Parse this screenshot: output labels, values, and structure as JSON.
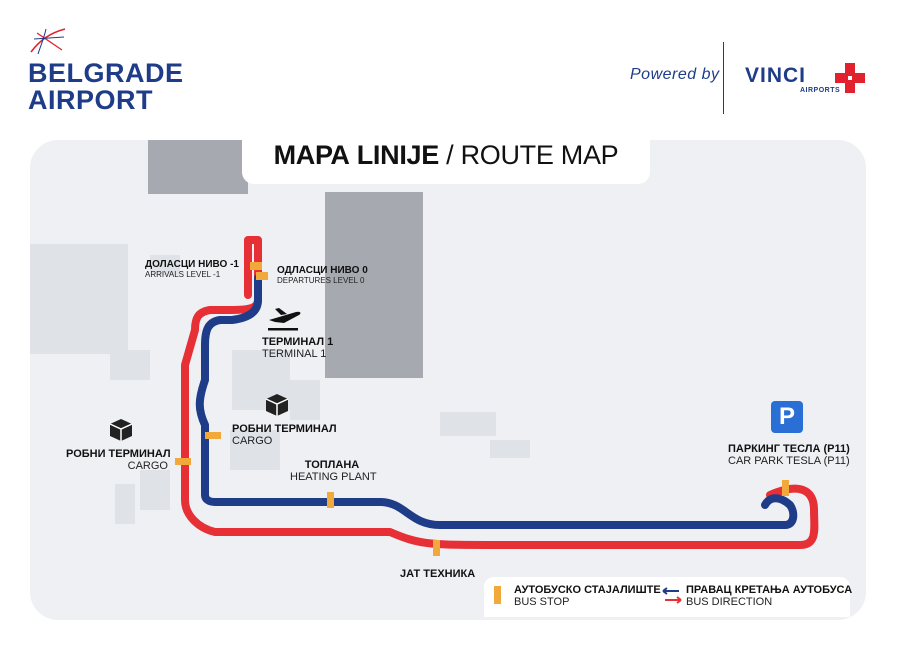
{
  "header": {
    "logo_line1": "BELGRADE",
    "logo_line2": "AIRPORT",
    "powered_by": "Powered by",
    "partner_name": "VINCI",
    "partner_sub": "AIRPORTS"
  },
  "title": {
    "bold": "МАРА LINIJE",
    "rest": " / ROUTE MAP"
  },
  "stops": {
    "arrivals": {
      "cyr": "ДОЛАСЦИ НИВО -1",
      "lat": "ARRIVALS LEVEL -1"
    },
    "departures": {
      "cyr": "ОДЛАСЦИ НИВО 0",
      "lat": "DEPARTURES LEVEL 0"
    },
    "terminal1": {
      "cyr": "ТЕРМИНАЛ 1",
      "lat": "TERMINAL 1"
    },
    "cargo_inner": {
      "cyr": "РОБНИ ТЕРМИНАЛ",
      "lat": "CARGO"
    },
    "cargo_outer": {
      "cyr": "РОБНИ ТЕРМИНАЛ",
      "lat": "CARGO"
    },
    "heating": {
      "cyr": "ТОПЛАНА",
      "lat": "HEATING PLANT"
    },
    "carpark": {
      "cyr": "ПАРКИНГ ТЕСЛА (P11)",
      "lat": "CAR PARK TESLA (P11)"
    },
    "jat": {
      "cyr": "ЈАТ ТЕХНИКА"
    }
  },
  "parking_sign": "P",
  "legend": {
    "stop_cyr": "АУТОБУСКО СТАЈАЛИШТЕ",
    "stop_lat": "BUS STOP",
    "dir_cyr": "ПРАВАЦ КРЕТАЊА АУТОБУСА",
    "dir_lat": "BUS DIRECTION"
  },
  "colors": {
    "red_route": "#e63036",
    "blue_route": "#1f3c88",
    "stop": "#f2a93b",
    "map_bg": "#eef0f3",
    "building": "#a6aab0",
    "brand_red": "#e1222e"
  },
  "icons": [
    "airport-logo-icon",
    "vinci-cross-icon",
    "airplane-icon",
    "cargo-box-icon",
    "parking-icon",
    "bus-direction-arrows-icon"
  ]
}
